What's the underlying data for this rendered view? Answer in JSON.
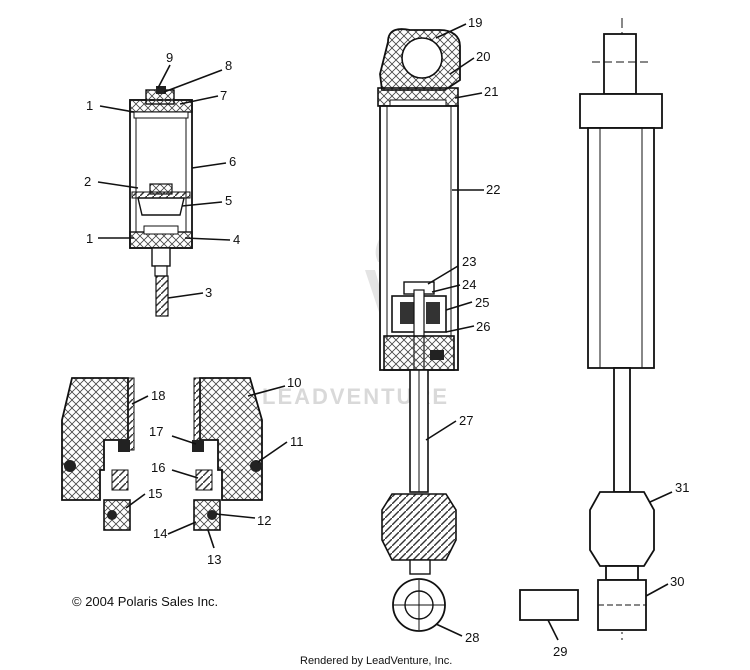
{
  "copyright": "© 2004 Polaris Sales Inc.",
  "credit": "Rendered by LeadVenture, Inc.",
  "watermark": "LEADVENTURE",
  "callouts": {
    "c1a": "1",
    "c1b": "1",
    "c2": "2",
    "c3": "3",
    "c4": "4",
    "c5": "5",
    "c6": "6",
    "c7": "7",
    "c8": "8",
    "c9": "9",
    "c10": "10",
    "c11": "11",
    "c12": "12",
    "c13": "13",
    "c14": "14",
    "c15": "15",
    "c16": "16",
    "c17": "17",
    "c18": "18",
    "c19": "19",
    "c20": "20",
    "c21": "21",
    "c22": "22",
    "c23": "23",
    "c24": "24",
    "c25": "25",
    "c26": "26",
    "c27": "27",
    "c28": "28",
    "c29": "29",
    "c30": "30",
    "c31": "31"
  },
  "colors": {
    "line": "#111111",
    "hatch": "#555555",
    "watermark": "#d9d9d9"
  }
}
